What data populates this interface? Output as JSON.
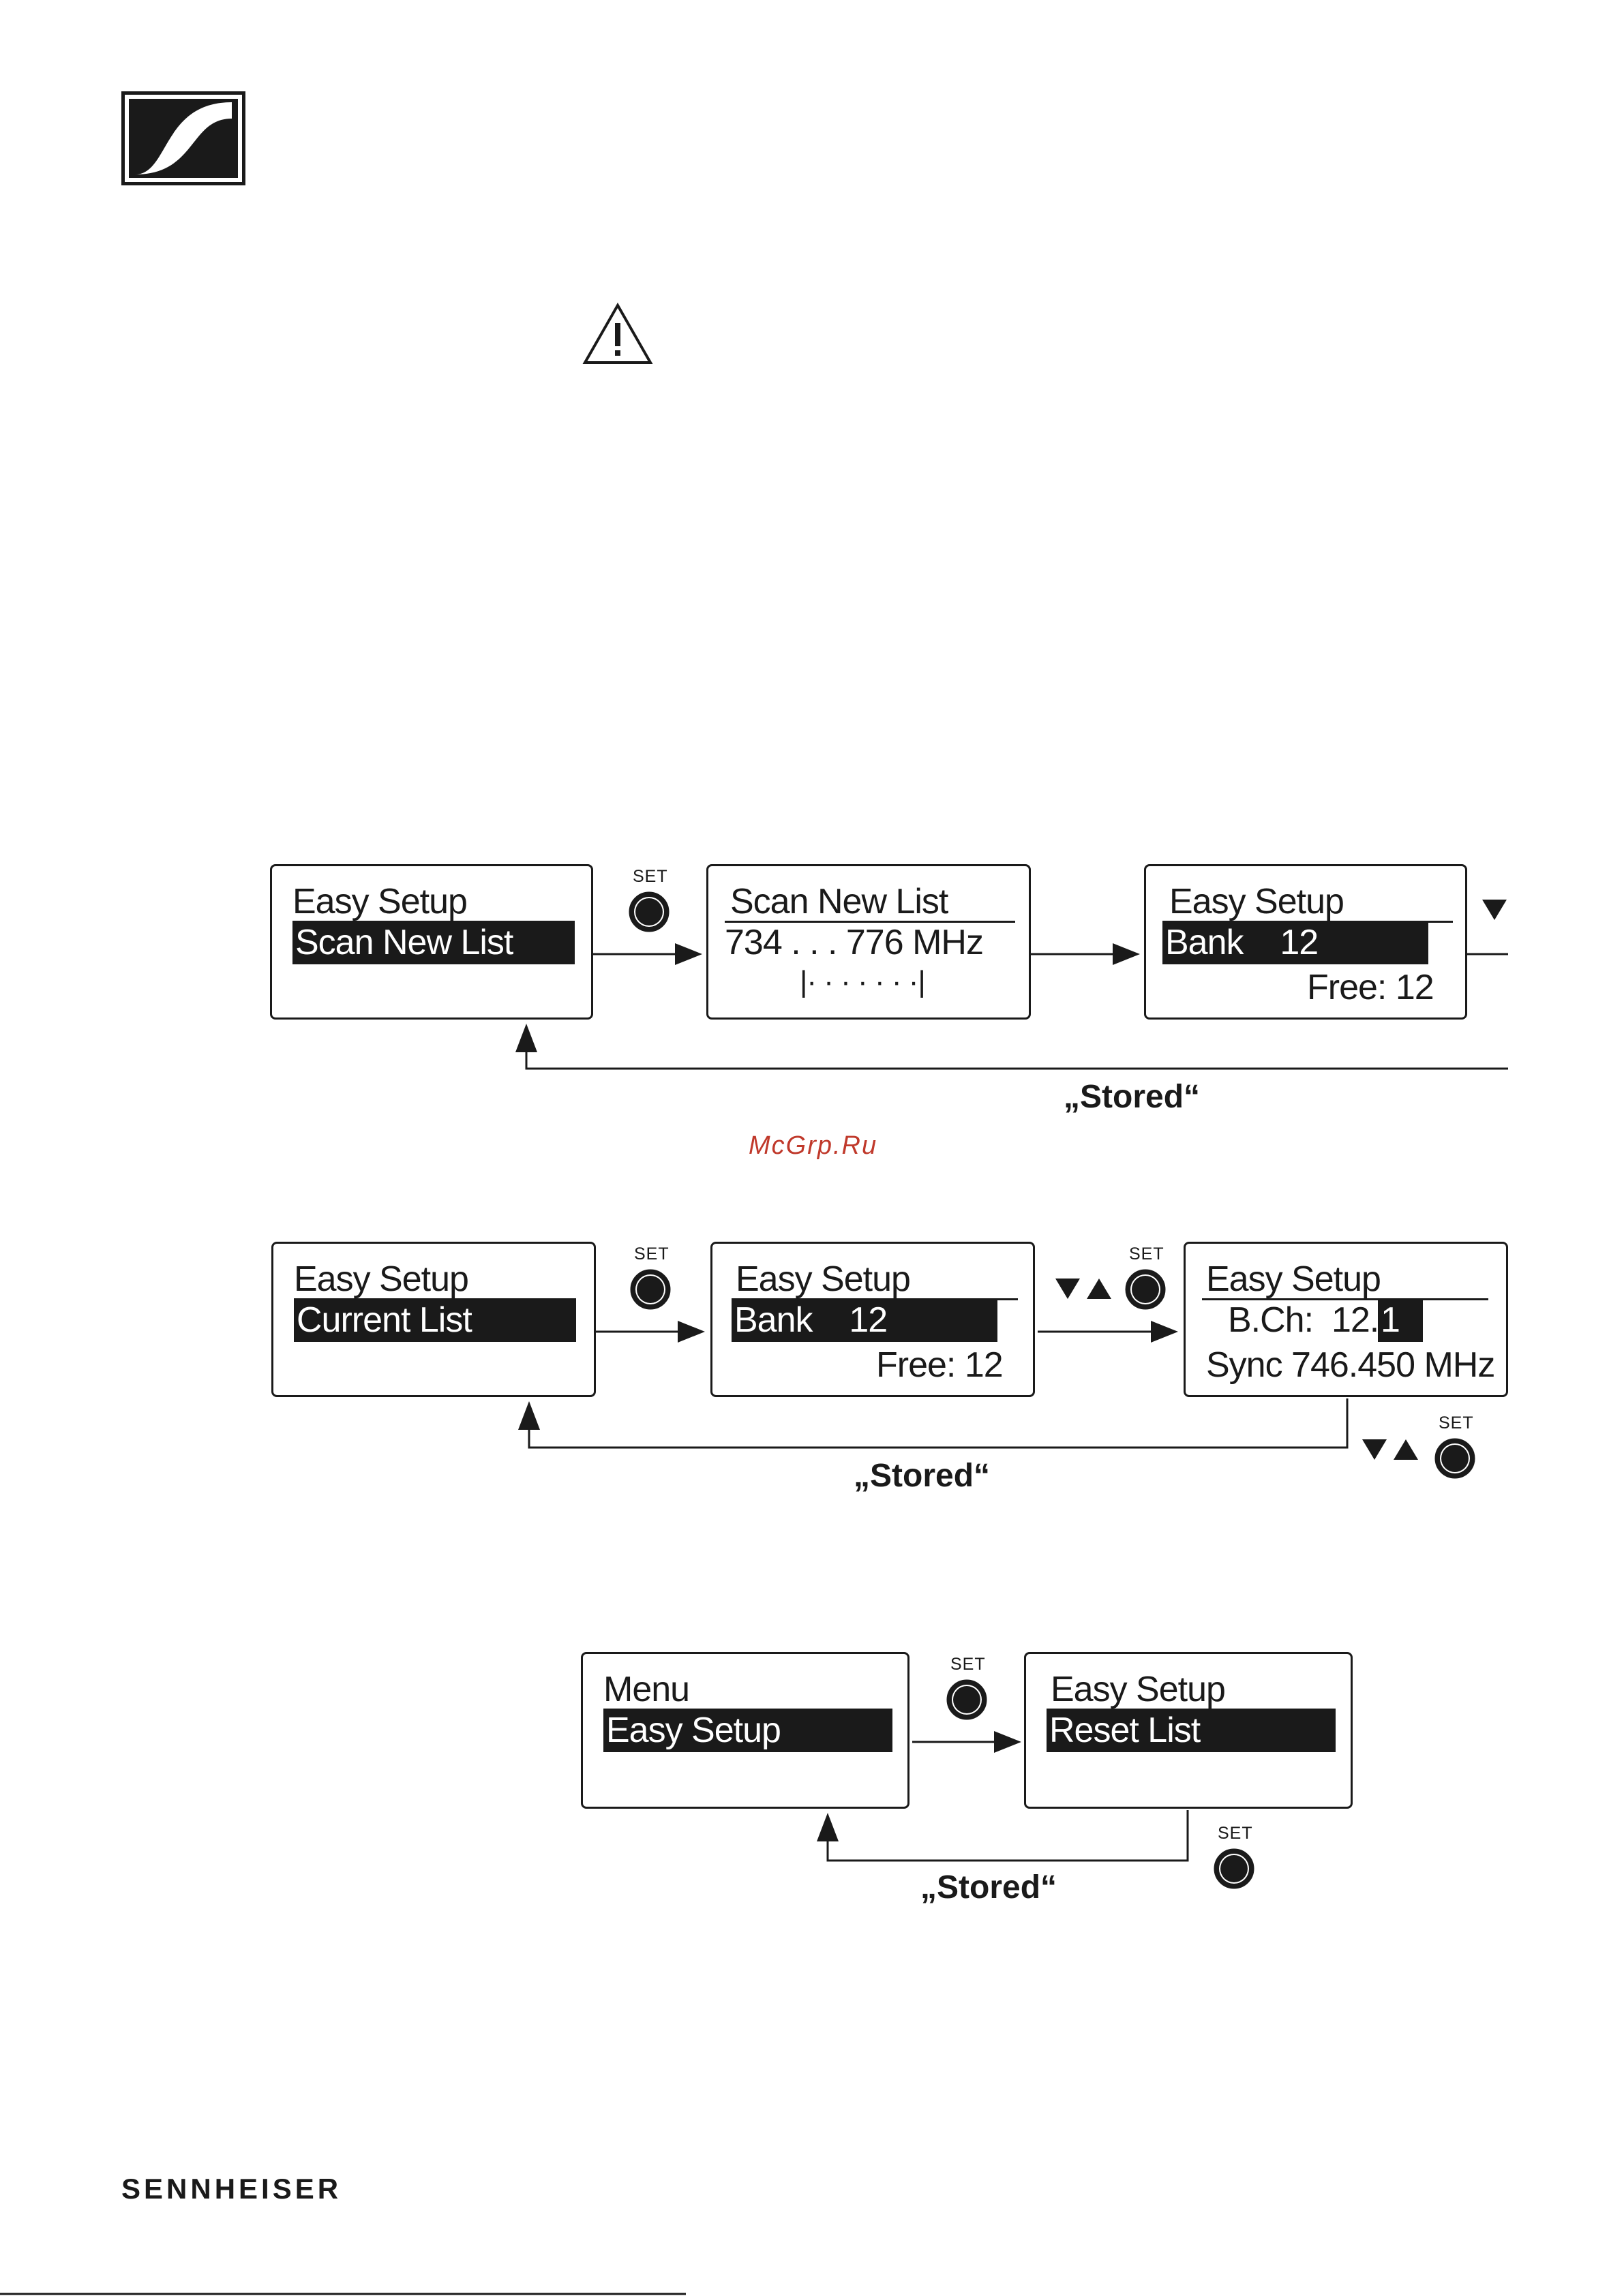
{
  "header": {
    "logo": "sennheiser-s-logo",
    "warning_icon": "warning-triangle-icon"
  },
  "diagram1": {
    "screen1": {
      "line1": "Easy Setup",
      "line2": "Scan New List"
    },
    "set1": "SET",
    "screen2": {
      "line1": "Scan New List",
      "line2": "734 . . . 776 MHz",
      "line3": "|· · · · · · ·|"
    },
    "screen3": {
      "line1": "Easy Setup",
      "line2": "Bank    12",
      "line3": "Free: 12"
    },
    "stored": "„Stored“"
  },
  "watermark": "McGrp.Ru",
  "diagram2": {
    "screen1": {
      "line1": "Easy Setup",
      "line2": "Current List"
    },
    "set1": "SET",
    "screen2": {
      "line1": "Easy Setup",
      "line2": "Bank    12",
      "line3": "Free: 12"
    },
    "set2": "SET",
    "screen3": {
      "line1": "Easy Setup",
      "line2a": "B.Ch:  12.",
      "line2b": "1",
      "line3": "Sync 746.450 MHz"
    },
    "set3": "SET",
    "stored": "„Stored“"
  },
  "diagram3": {
    "screen1": {
      "line1": "Menu",
      "line2": "Easy Setup"
    },
    "set1": "SET",
    "screen2": {
      "line1": "Easy Setup",
      "line2": "Reset List"
    },
    "set2": "SET",
    "stored": "„Stored“"
  },
  "footer": {
    "brand": "SENNHEISER"
  }
}
